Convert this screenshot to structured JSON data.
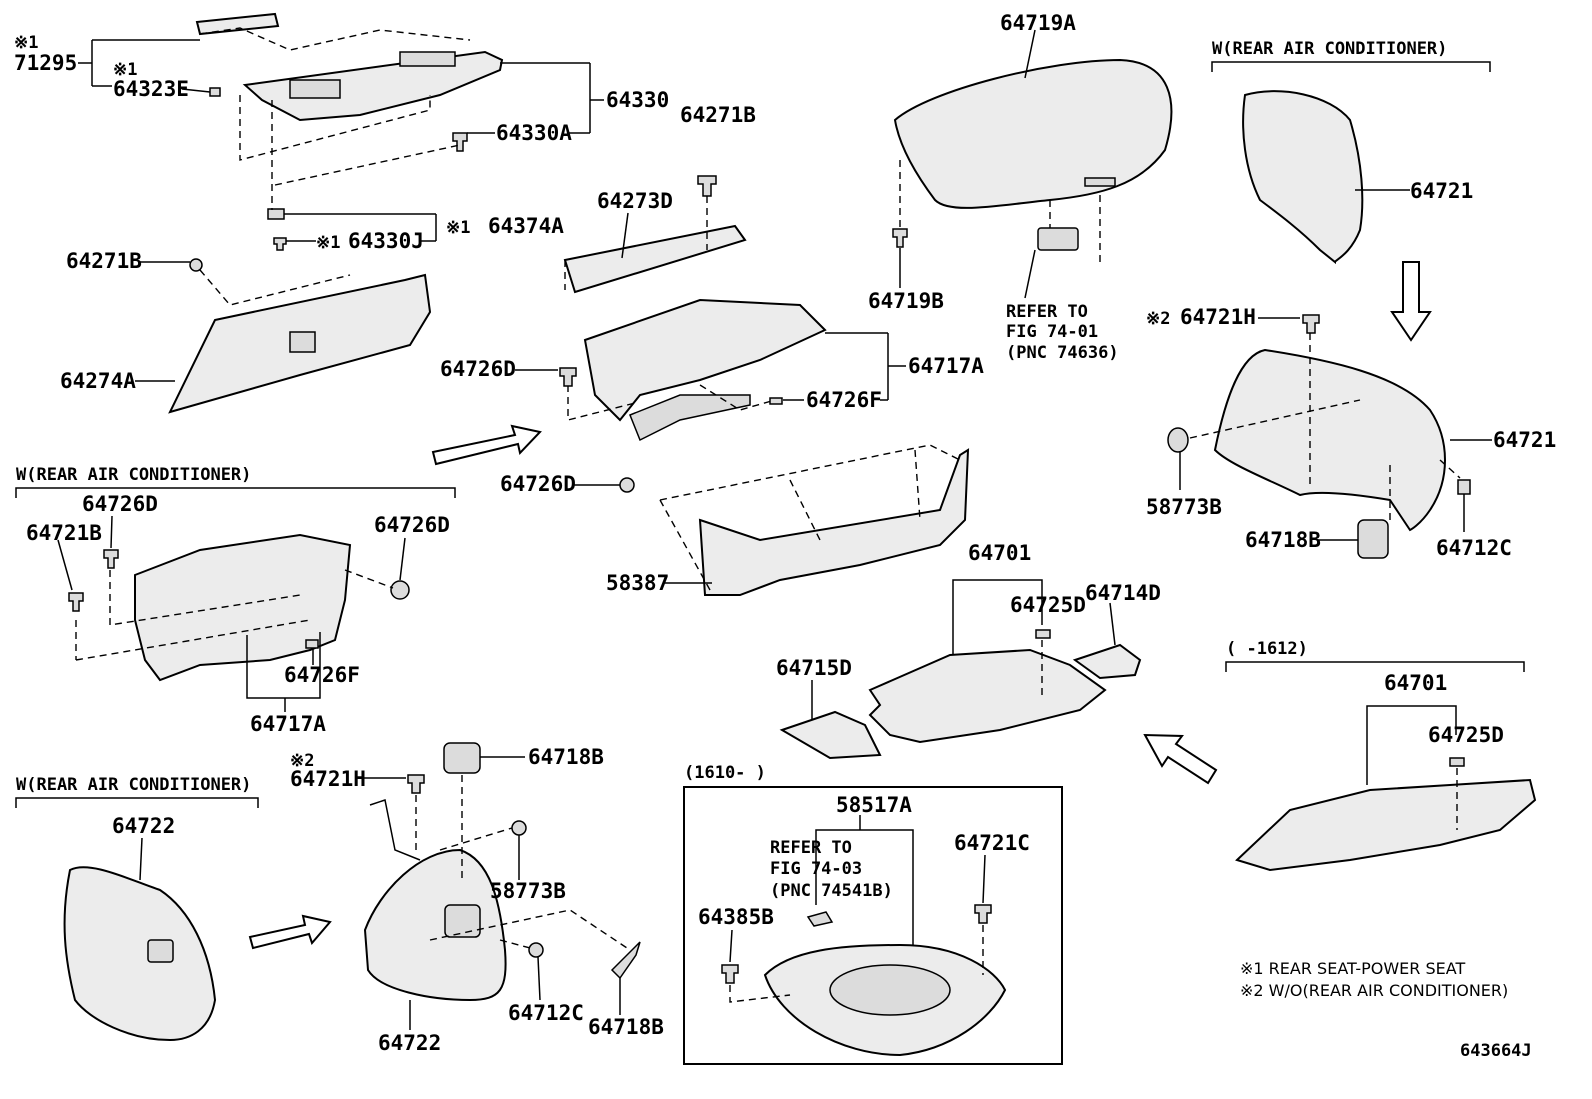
{
  "drawing_id": "643664J",
  "labels": {
    "p71295": "71295",
    "p64323E": "64323E",
    "p64330": "64330",
    "p64330A": "64330A",
    "p64374A": "64374A",
    "p64330J": "64330J",
    "p64271B_top": "64271B",
    "p64273D": "64273D",
    "p64271B_left": "64271B",
    "p64274A": "64274A",
    "p64719A": "64719A",
    "p64719B": "64719B",
    "p64721_top": "64721",
    "p64721H_right": "64721H",
    "p64721_right": "64721",
    "p58773B_right": "58773B",
    "p64718B_right": "64718B",
    "p64712C_right": "64712C",
    "p64726D_mid": "64726D",
    "p64717A_mid": "64717A",
    "p64726F_mid": "64726F",
    "p64726D_mid2": "64726D",
    "p58387": "58387",
    "p64701_mid": "64701",
    "p64725D_mid": "64725D",
    "p64714D": "64714D",
    "p64715D": "64715D",
    "p64701_right": "64701",
    "p64725D_right": "64725D",
    "p64726D_l1": "64726D",
    "p64721B": "64721B",
    "p64726D_l2": "64726D",
    "p64726F_left": "64726F",
    "p64717A_left": "64717A",
    "p64722_left": "64722",
    "p64721H_left": "64721H",
    "p64718B_top": "64718B",
    "p58773B_left": "58773B",
    "p64712C_left": "64712C",
    "p64718B_bottom": "64718B",
    "p64722_bottom": "64722",
    "p58517A": "58517A",
    "p64721C": "64721C",
    "p64385B": "64385B"
  },
  "markers": {
    "m1": "※1",
    "m2": "※2"
  },
  "groups": {
    "rear_ac_top_right": "W(REAR AIR CONDITIONER)",
    "rear_ac_mid_left": "W(REAR AIR CONDITIONER)",
    "rear_ac_bottom_left": "W(REAR AIR CONDITIONER)",
    "range_1612": "(       -1612)",
    "range_1610": "(1610-       )"
  },
  "references": {
    "ref_7401_a": "REFER TO",
    "ref_7401_b": "FIG 74-01",
    "ref_7401_c": "(PNC 74636)",
    "ref_7403_a": "REFER TO",
    "ref_7403_b": "FIG 74-03",
    "ref_7403_c": "(PNC 74541B)"
  },
  "notes": {
    "n1": "※1 REAR SEAT-POWER SEAT",
    "n2": "※2 W/O(REAR AIR CONDITIONER)"
  }
}
